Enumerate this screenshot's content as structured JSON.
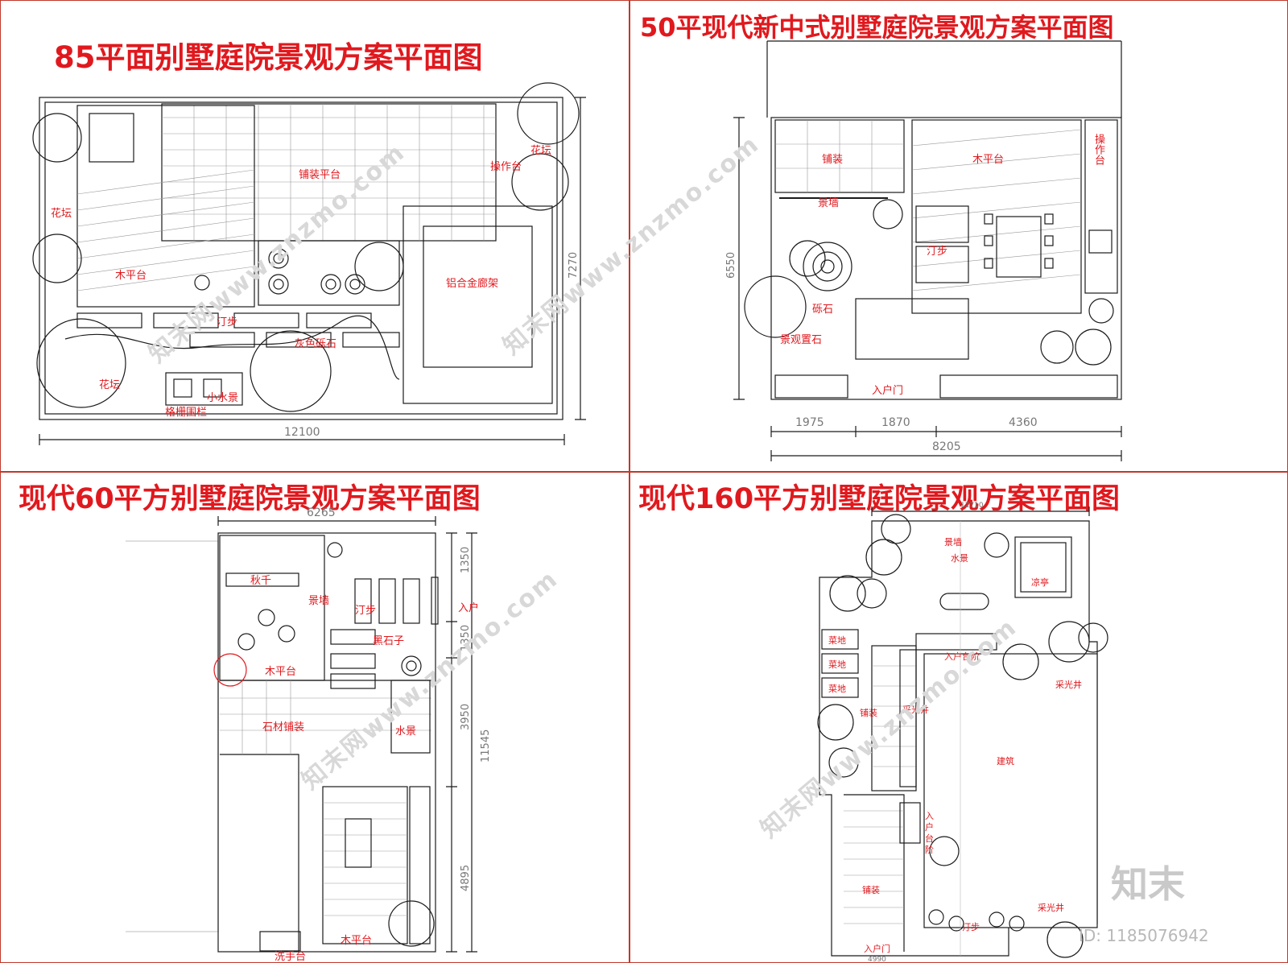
{
  "panels": [
    {
      "title": "85平面别墅庭院景观方案平面图",
      "labels": [
        "铺装平台",
        "操作台",
        "花坛",
        "花坛",
        "木平台",
        "铝合金廊架",
        "汀步",
        "灰色砾石",
        "花坛",
        "小水景",
        "格栅围栏"
      ],
      "dims": [
        "12100",
        "7270"
      ]
    },
    {
      "title": "50平现代新中式别墅庭院景观方案平面图",
      "labels": [
        "铺装",
        "木平台",
        "操作台",
        "景墙",
        "汀步",
        "砾石",
        "景观置石",
        "入户门"
      ],
      "dims": [
        "6550",
        "1975",
        "1870",
        "4360",
        "8205"
      ]
    },
    {
      "title": "现代60平方别墅庭院景观方案平面图",
      "labels": [
        "秋千",
        "景墙",
        "汀步",
        "入户",
        "黑石子",
        "木平台",
        "石材铺装",
        "水景",
        "木平台",
        "洗手台"
      ],
      "dims": [
        "6265",
        "1350",
        "1350",
        "3950",
        "11545",
        "4895"
      ]
    },
    {
      "title": "现代160平方别墅庭院景观方案平面图",
      "labels": [
        "景墙",
        "水景",
        "凉亭",
        "菜地",
        "菜地",
        "菜地",
        "入户台阶",
        "采光井",
        "铺装",
        "采光井",
        "建筑",
        "入户台阶",
        "铺装",
        "汀步",
        "采光井",
        "入户门"
      ],
      "dims": [
        "12710",
        "4990"
      ]
    }
  ],
  "watermarks": {
    "site": "知末网www.znzmo.com",
    "logo": "知末",
    "id": "ID: 1185076942"
  },
  "colors": {
    "title": "#e0191e",
    "line": "#1a1a1a",
    "border": "#c0392b"
  }
}
